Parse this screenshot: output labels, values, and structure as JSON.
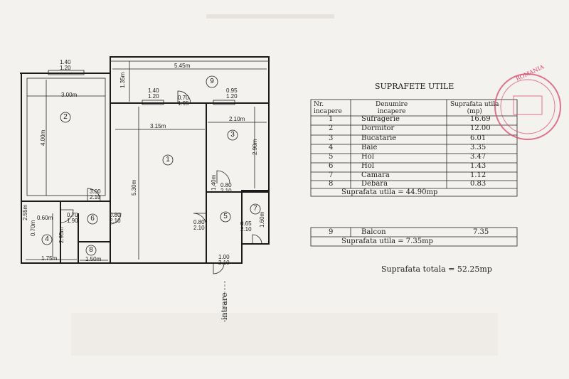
{
  "plan": {
    "dimensions": {
      "top_window": "1.40\n1.20",
      "balcony_width": "5.45m",
      "balcony_depth": "1.35m",
      "room2_width": "3.00m",
      "room2_height": "4.00m",
      "room1_width": "3.15m",
      "room1_height": "5.30m",
      "room3_width": "2.10m",
      "room3_height": "2.90m",
      "win_r1": "1.40\n1.20",
      "door_balcony": "0.70\n1.95",
      "win_r3": "0.95\n1.20",
      "door_r2": "3.00\n2.10",
      "door_r3": "0.80\n2.10",
      "door_6": "0.70\n1.90",
      "door_6b": "0.80\n2.10",
      "door_5": "0.80\n2.10",
      "door_5b": "0.65\n2.10",
      "door_entry": "1.00\n2.10",
      "bath_w": "1.75m",
      "bath_h": "2.95m",
      "closet_w": "1.50m",
      "small_a": "2.55m",
      "small_b": "0.60m",
      "small_c": "0.70m",
      "small_d": "1.60m",
      "small_e": "1.40m"
    },
    "room_numbers": [
      "1",
      "2",
      "3",
      "4",
      "5",
      "6",
      "7",
      "8",
      "9"
    ],
    "entrance_label": "intrare"
  },
  "table": {
    "title": "SUPRAFETE UTILE",
    "headers": [
      "Nr.\nincapere",
      "Denumire\nincapere",
      "Suprafata utila\n(mp)"
    ],
    "rows": [
      [
        "1",
        "Sufragerie",
        "16.69"
      ],
      [
        "2",
        "Dormitor",
        "12.00"
      ],
      [
        "3",
        "Bucatarie",
        "6.01"
      ],
      [
        "4",
        "Baie",
        "3.35"
      ],
      [
        "5",
        "Hol",
        "3.47"
      ],
      [
        "6",
        "Hol",
        "1.43"
      ],
      [
        "7",
        "Camara",
        "1.12"
      ],
      [
        "8",
        "Debara",
        "0.83"
      ]
    ],
    "total_utila": "Suprafata utila = 44.90mp",
    "balcony_row": [
      "9",
      "Balcon",
      "7.35"
    ],
    "balcony_total": "Suprafata utila = 7.35mp",
    "grand_total": "Suprafata totala = 52.25mp"
  },
  "stamp": {
    "text": "ROMANIA",
    "color": "#d9476a"
  }
}
